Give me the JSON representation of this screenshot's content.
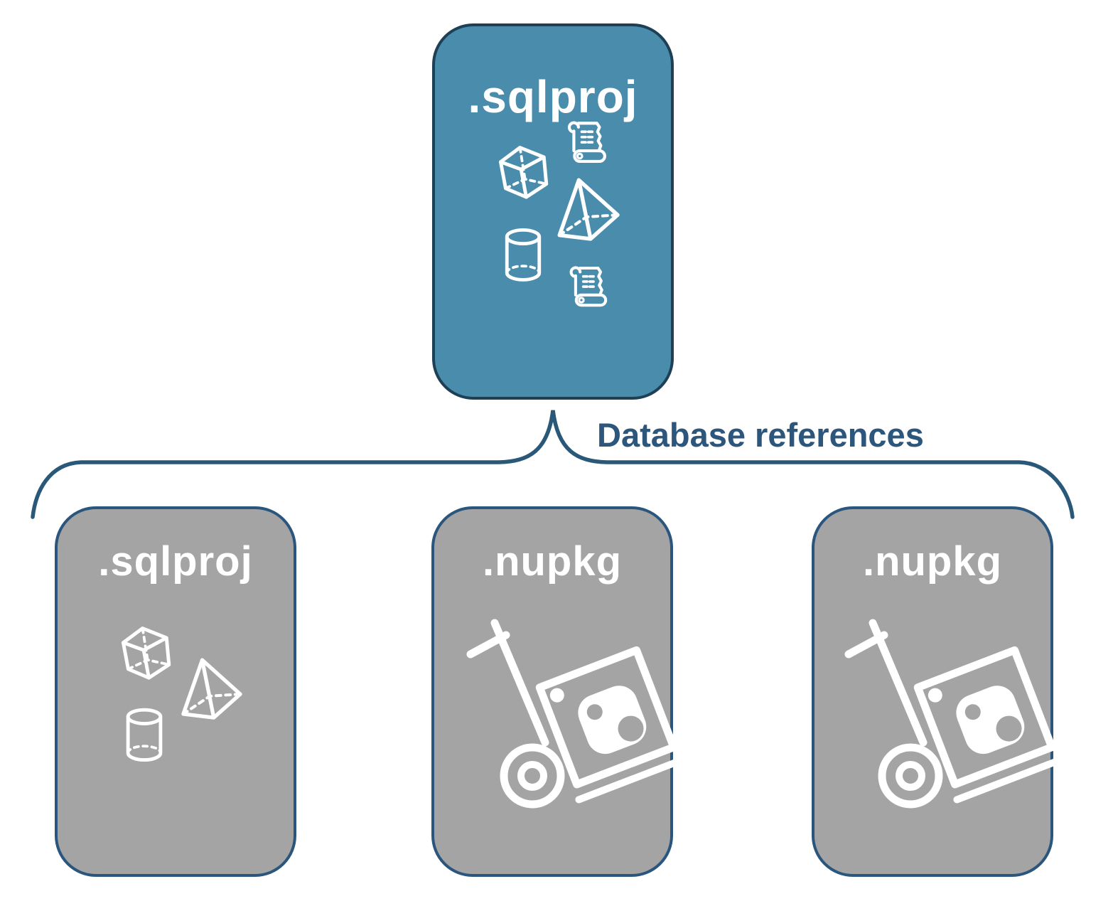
{
  "diagram": {
    "root_node": {
      "label": ".sqlproj"
    },
    "connector_label": "Database references",
    "child_nodes": [
      {
        "label": ".sqlproj"
      },
      {
        "label": ".nupkg"
      },
      {
        "label": ".nupkg"
      }
    ],
    "icons": {
      "root_node": [
        "cube-icon",
        "scroll-icon",
        "pyramid-icon",
        "cylinder-icon",
        "scroll-icon"
      ],
      "sqlproj_child": [
        "cube-icon",
        "pyramid-icon",
        "cylinder-icon"
      ],
      "nupkg_child": [
        "hand-truck-package-icon"
      ]
    }
  },
  "colors": {
    "background": "#ffffff",
    "root_fill": "#4a8cac",
    "root_border": "#1d4057",
    "child_fill": "#a4a4a4",
    "child_border": "#2a567d",
    "connector_stroke": "#2a5878",
    "connector_text": "#2d567c",
    "node_label": "#ffffff",
    "icon_stroke": "#ffffff"
  }
}
